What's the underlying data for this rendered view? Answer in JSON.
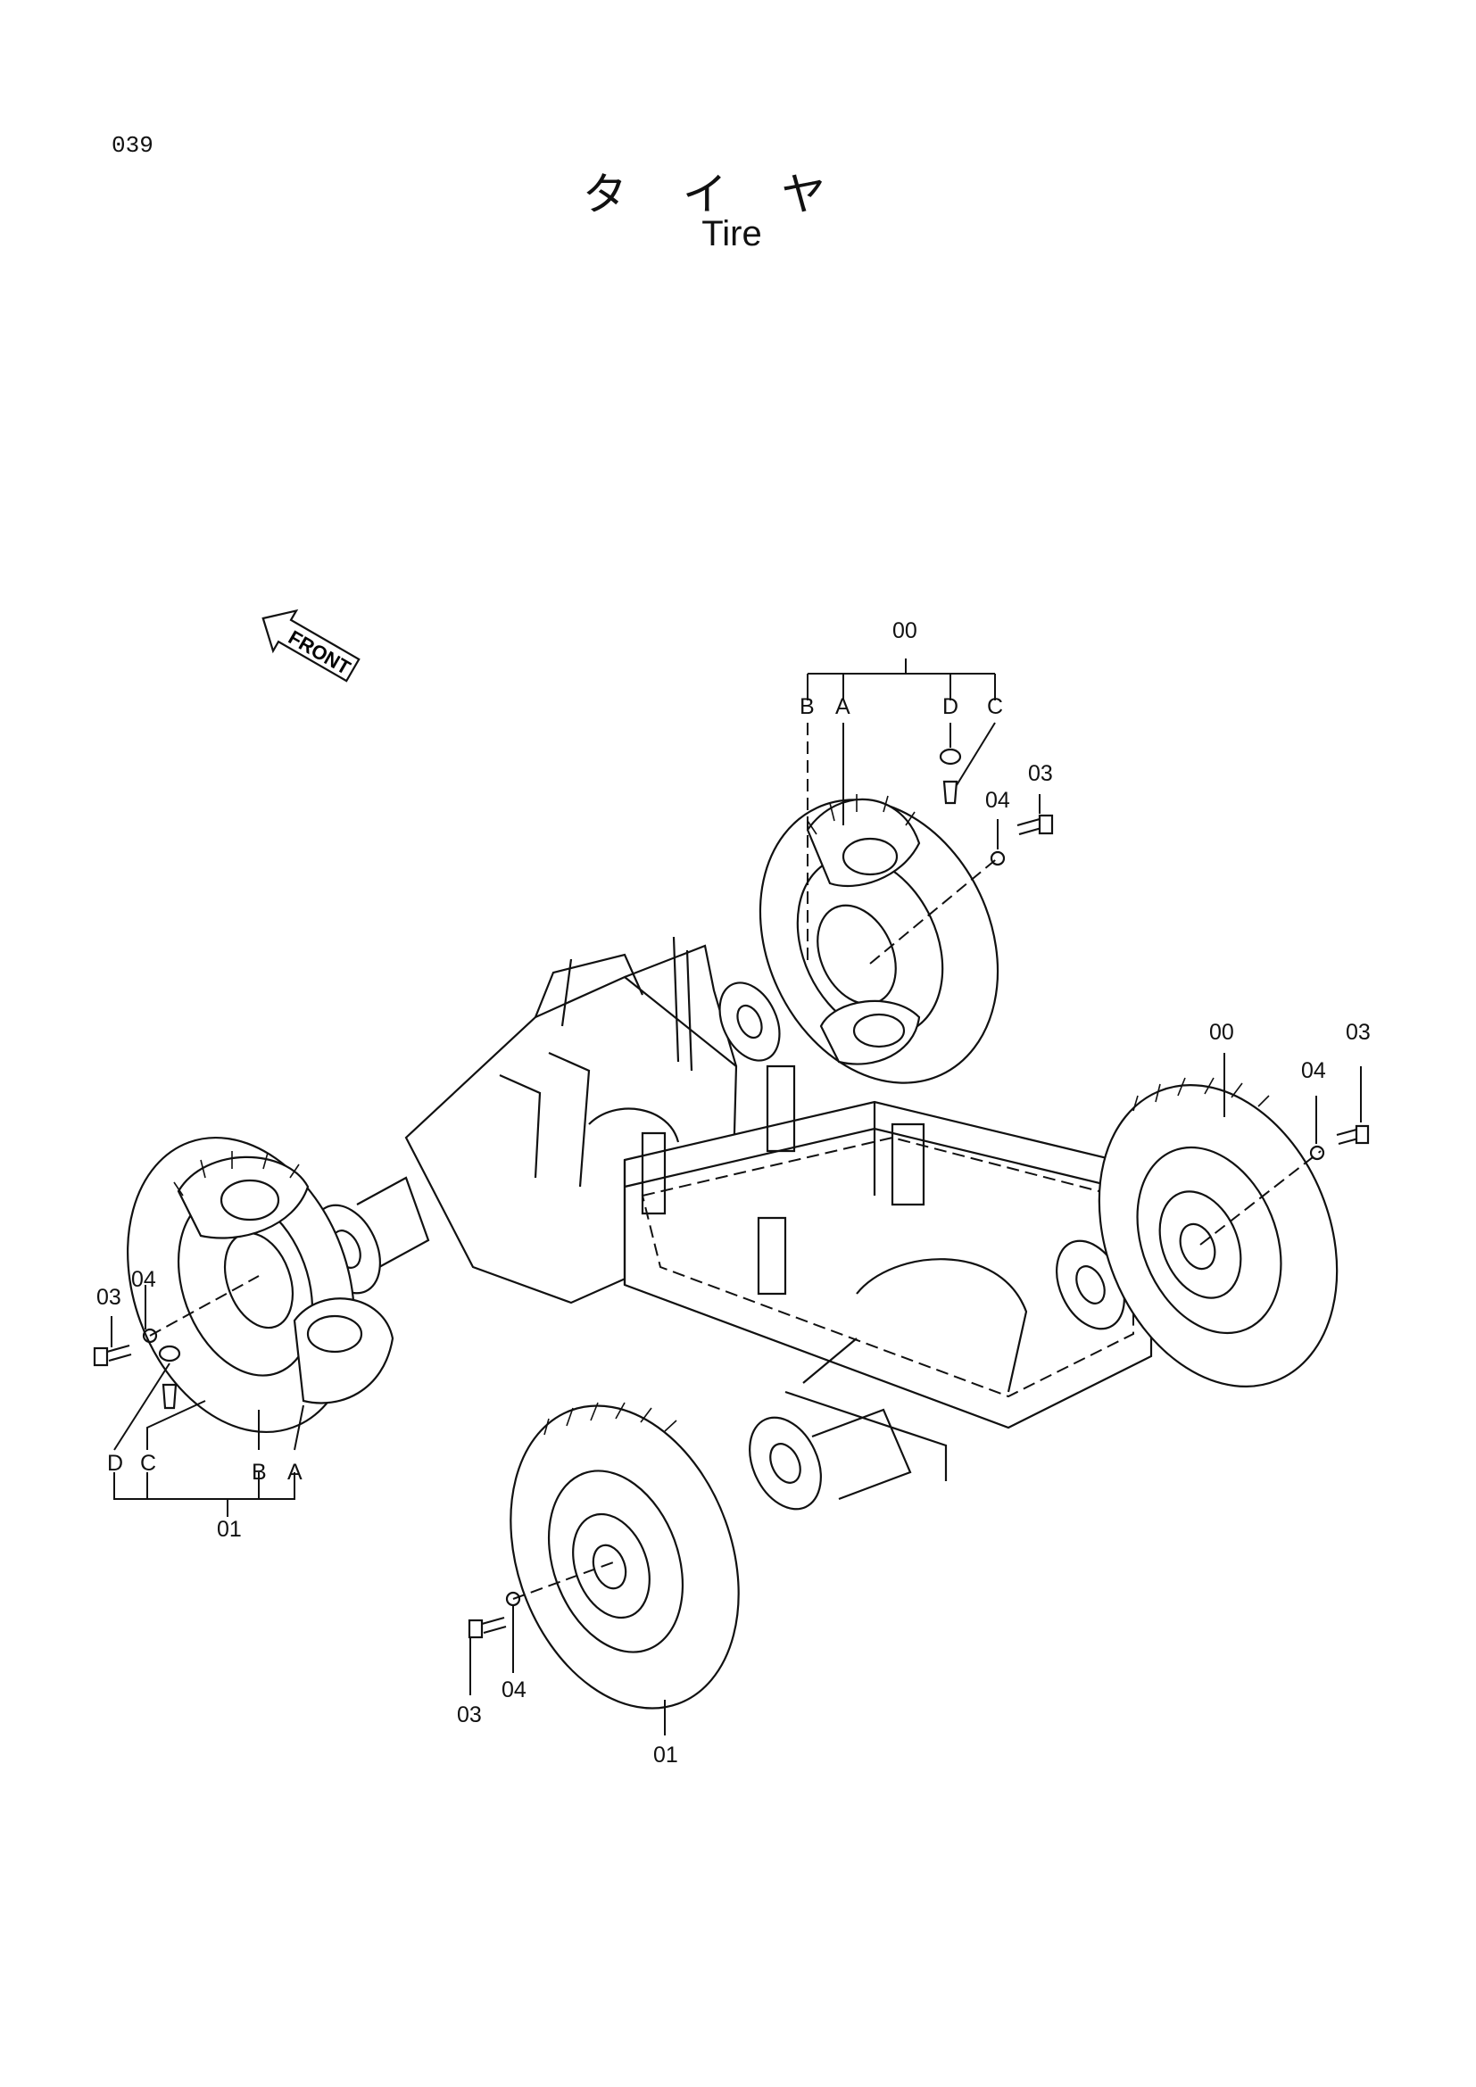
{
  "page": {
    "number": "039"
  },
  "title": {
    "japanese": "タイヤ",
    "english": "Tire"
  },
  "front_label": "FRONT",
  "callouts": {
    "c00_top": "00",
    "c00_right": "00",
    "c01_left": "01",
    "c01_bottom": "01",
    "c03_top": "03",
    "c03_right": "03",
    "c03_left": "03",
    "c03_bottom": "03",
    "c04_top": "04",
    "c04_right": "04",
    "c04_left": "04",
    "c04_bottom": "04",
    "A_top": "A",
    "B_top": "B",
    "C_top": "C",
    "D_top": "D",
    "A_left": "A",
    "B_left": "B",
    "C_left": "C",
    "D_left": "D"
  }
}
